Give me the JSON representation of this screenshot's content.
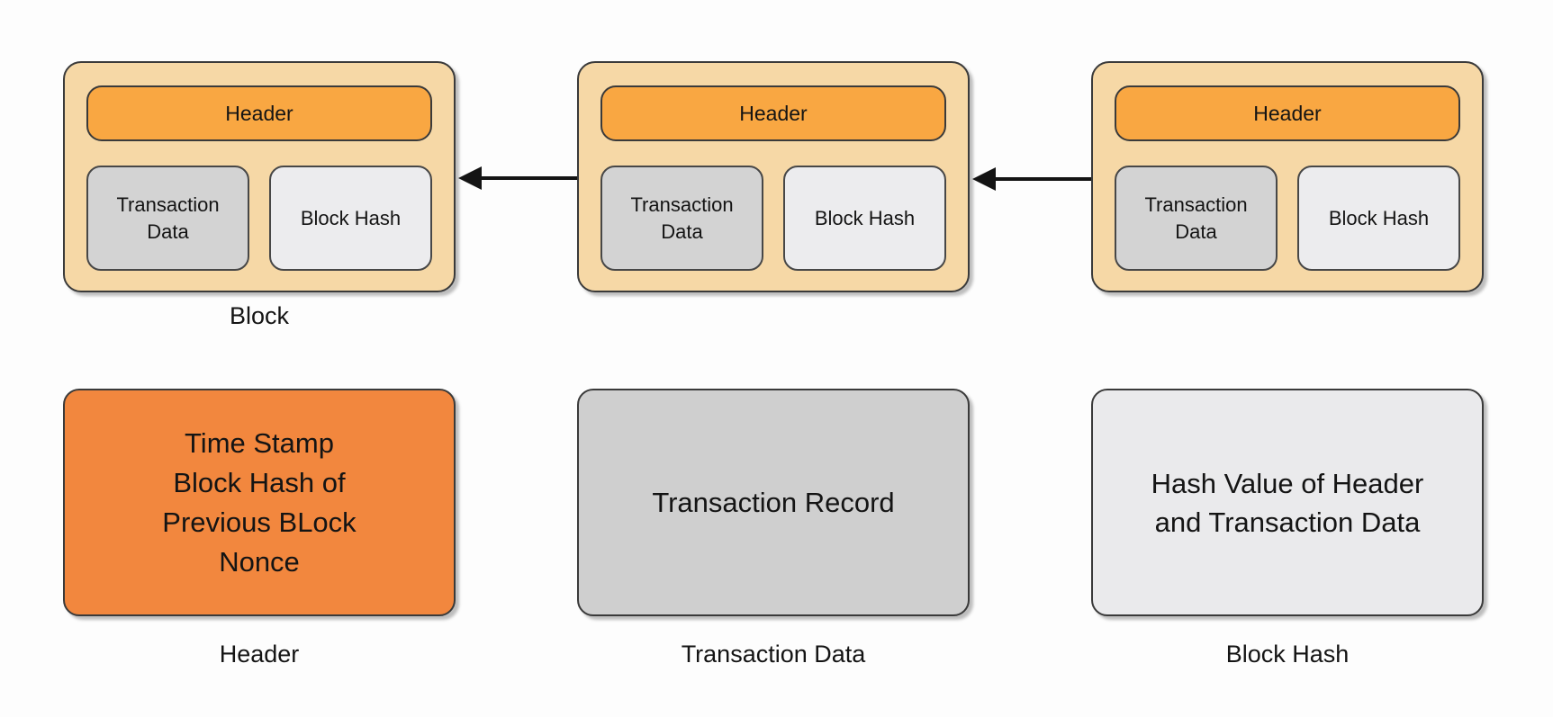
{
  "diagram": {
    "chain": {
      "caption": "Block",
      "blocks": [
        {
          "header_label": "Header",
          "transaction_label": "Transaction Data",
          "hash_label": "Block Hash"
        },
        {
          "header_label": "Header",
          "transaction_label": "Transaction Data",
          "hash_label": "Block Hash"
        },
        {
          "header_label": "Header",
          "transaction_label": "Transaction Data",
          "hash_label": "Block Hash"
        }
      ]
    },
    "legend": {
      "header": {
        "lines": [
          "Time Stamp",
          "Block Hash of",
          "Previous BLock",
          "Nonce"
        ],
        "caption": "Header"
      },
      "transaction": {
        "lines": [
          "Transaction Record"
        ],
        "caption": "Transaction Data"
      },
      "hash": {
        "lines": [
          "Hash Value of Header",
          "and Transaction Data"
        ],
        "caption": "Block Hash"
      }
    },
    "icons": {
      "chain_arrow": "left-arrow-icon"
    },
    "colors": {
      "block-fill": "#F6D8A6",
      "block-border": "#3A3A3A",
      "header-fill": "#F9A742",
      "header-strong-fill": "#F2873E",
      "transaction-fill": "#D3D3D3",
      "transaction-strong-fill": "#CFCFCF",
      "hash-fill": "#ECECEE",
      "hash-strong-fill": "#EAEAEC",
      "arrow-color": "#141414",
      "text-color": "#141414"
    }
  }
}
